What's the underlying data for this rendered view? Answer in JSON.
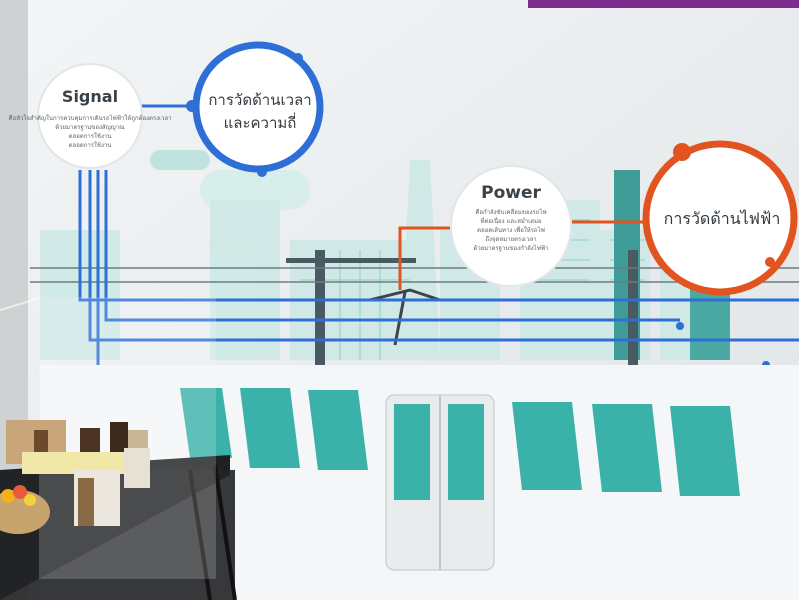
{
  "signal": {
    "title": "Signal",
    "description": [
      "คือหัวใจสำคัญในการควบคุมการเดินรถไฟฟ้าให้ถูกต้องตรงเวลา",
      "ด้วยมาตรฐานของสัญญาณ",
      "ตลอดการใช้งาน"
    ],
    "badge_label": [
      "การวัดด้านเวลา",
      "และความถี่"
    ]
  },
  "power": {
    "title": "Power",
    "description": [
      "คือกำลังขับเคลื่อนของรถไฟ",
      "ที่ต่อเนื่อง และสม่ำเสมอ",
      "ตลอดเส้นทาง เพื่อให้รถไฟ",
      "ถึงจุดหมายตรงเวลา",
      "ด้วยมาตรฐานของกำลังไฟฟ้า"
    ],
    "badge_label": "การวัดด้านไฟฟ้า"
  },
  "colors": {
    "signal_accent": "#2d6fd6",
    "power_accent": "#e2541f",
    "teal": "#3bb2a9",
    "wall": "#eef1f3",
    "purple_header": "#7b2c8e"
  }
}
